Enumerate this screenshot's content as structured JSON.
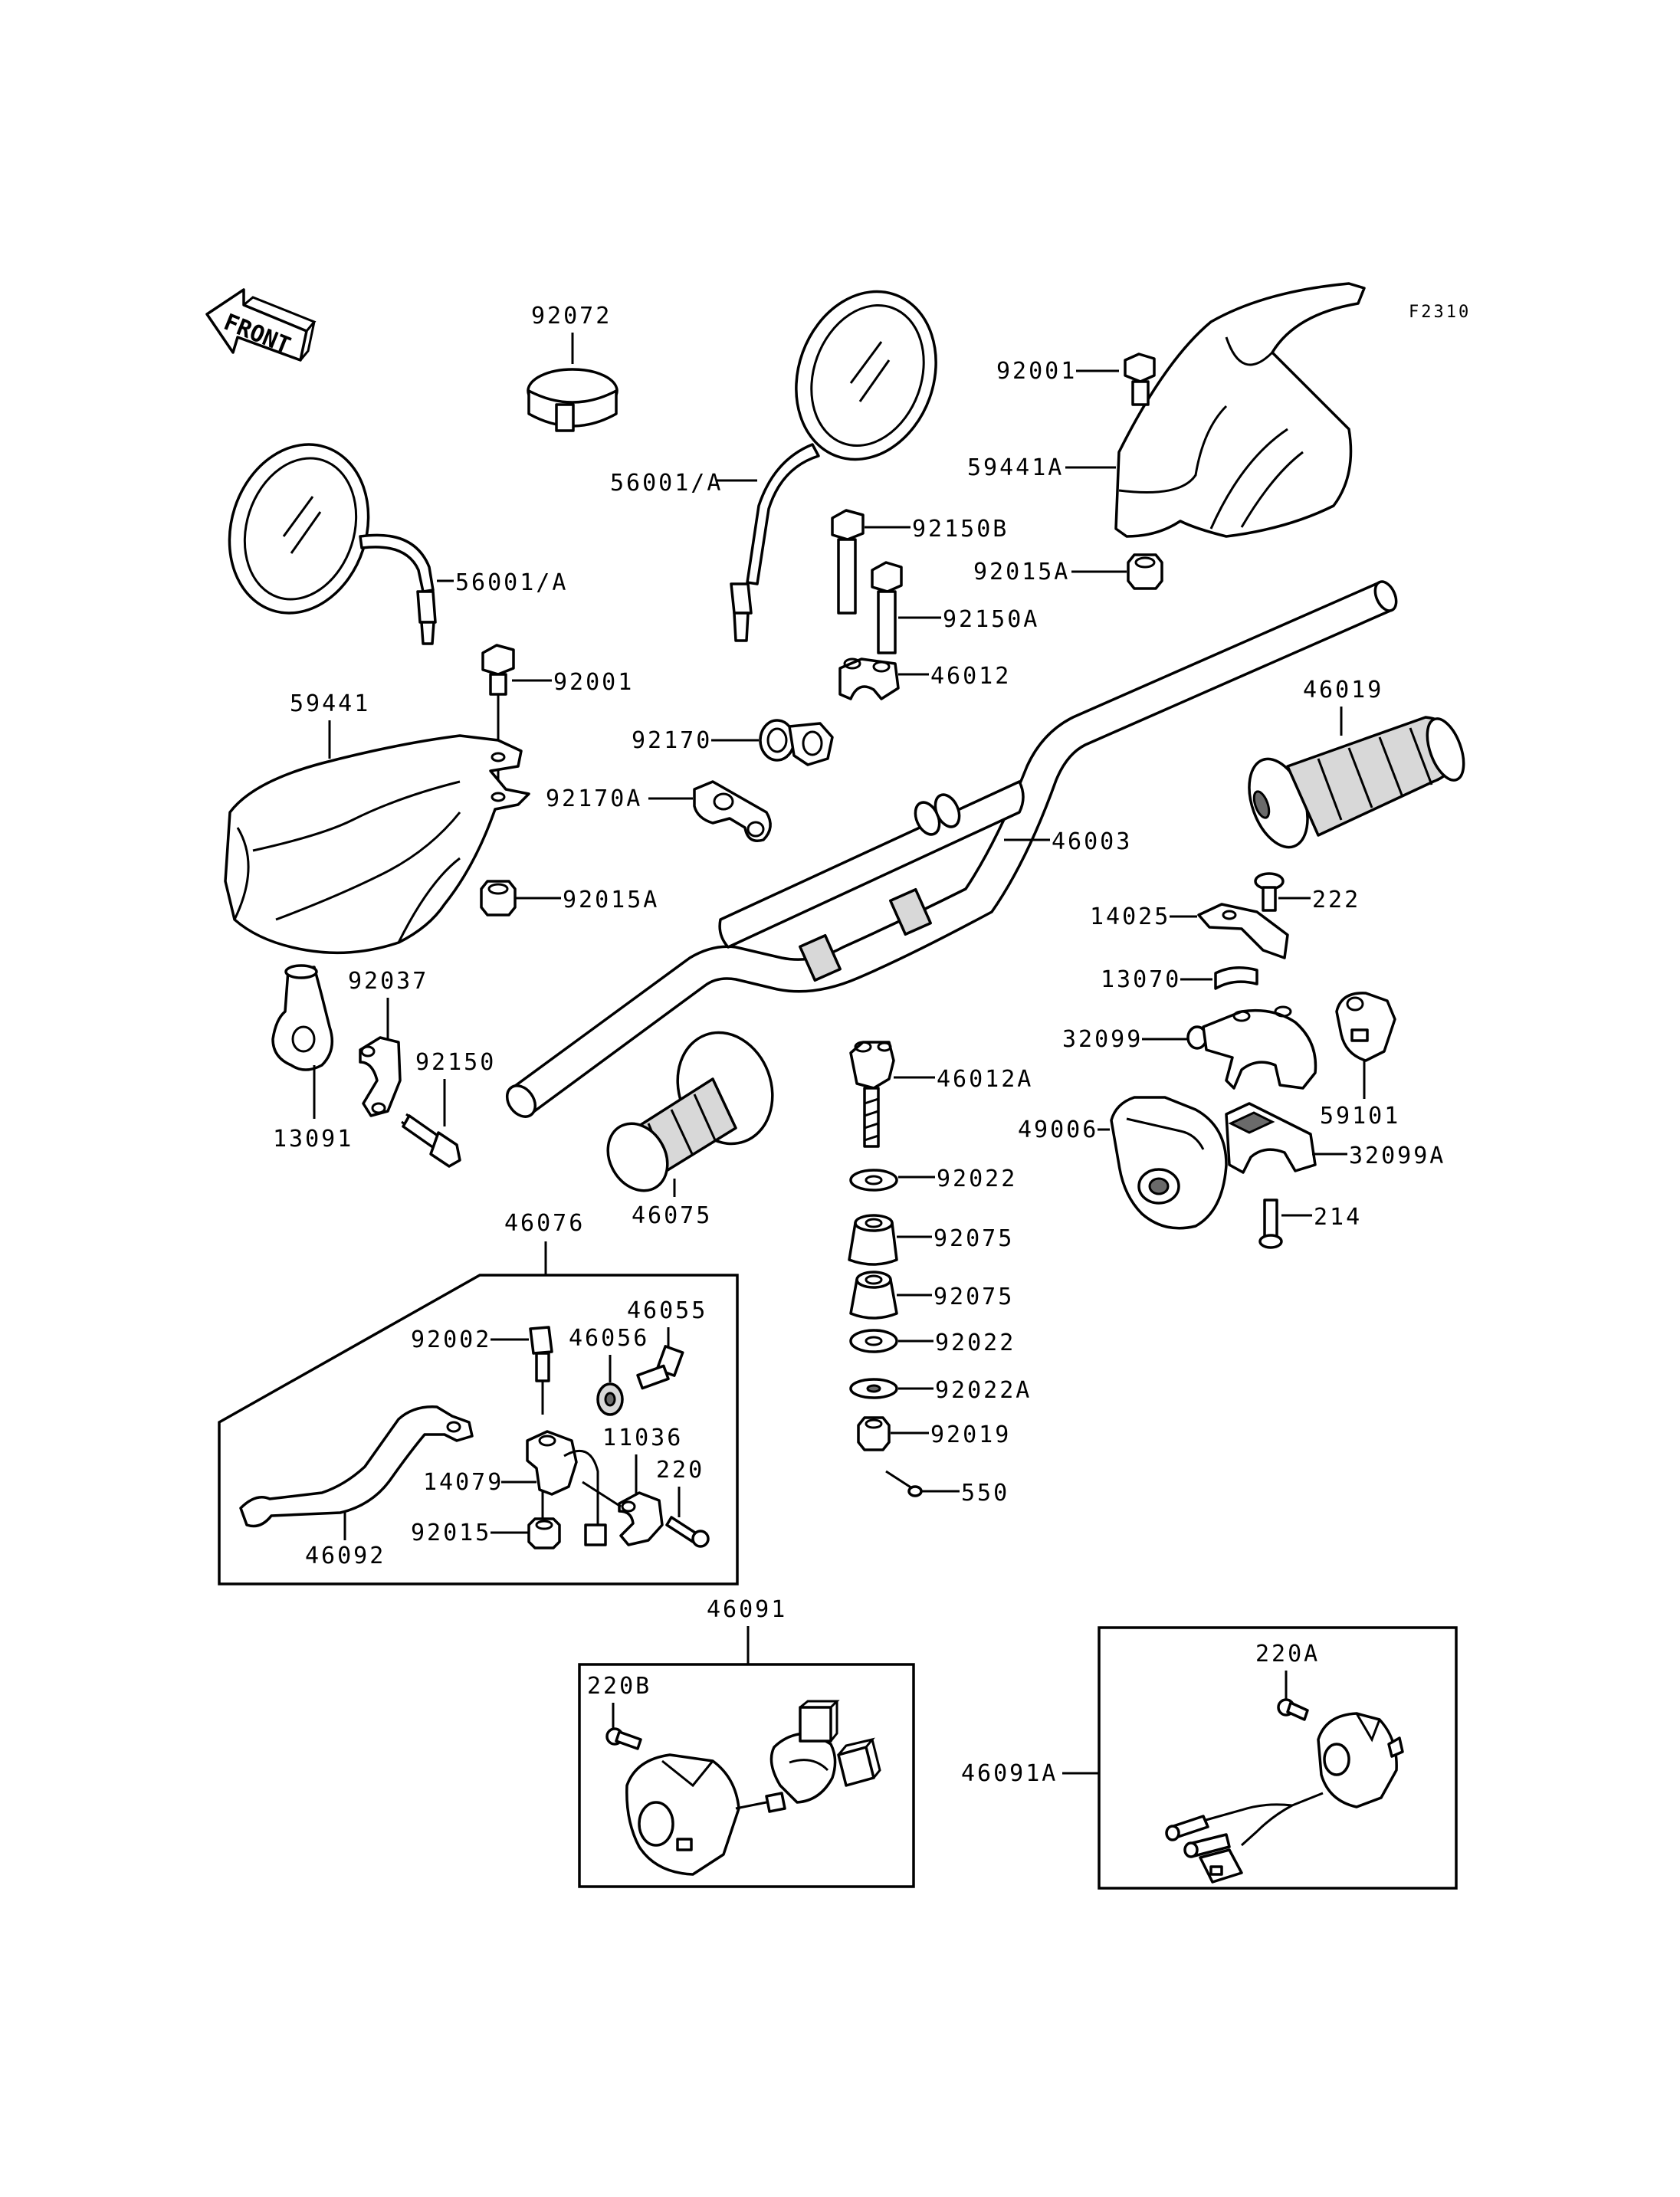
{
  "diagram_code": "F2310",
  "front_label": "FRONT",
  "labels": {
    "l92072": "92072",
    "l56001a_left": "56001/A",
    "l56001a_mid": "56001/A",
    "l92001_top": "92001",
    "l59441a": "59441A",
    "l92150b": "92150B",
    "l92015a_top": "92015A",
    "l92150a": "92150A",
    "l46012": "46012",
    "l92001_mid": "92001",
    "l59441": "59441",
    "l92170": "92170",
    "l92170a": "92170A",
    "l46019": "46019",
    "l46003": "46003",
    "l92015a_mid": "92015A",
    "l222": "222",
    "l14025": "14025",
    "l13070": "13070",
    "l92037": "92037",
    "l32099": "32099",
    "l92150": "92150",
    "l46012a": "46012A",
    "l59101": "59101",
    "l49006": "49006",
    "l13091": "13091",
    "l32099a": "32099A",
    "l92022_a": "92022",
    "l46075": "46075",
    "l214": "214",
    "l92075_a": "92075",
    "l46076": "46076",
    "l92075_b": "92075",
    "l46055": "46055",
    "l92002": "92002",
    "l46056": "46056",
    "l92022_b": "92022",
    "l92022a": "92022A",
    "l11036": "11036",
    "l92019": "92019",
    "l14079": "14079",
    "l220": "220",
    "l550": "550",
    "l92015": "92015",
    "l46092": "46092",
    "l46091": "46091",
    "l220b": "220B",
    "l220a": "220A",
    "l46091a": "46091A"
  }
}
